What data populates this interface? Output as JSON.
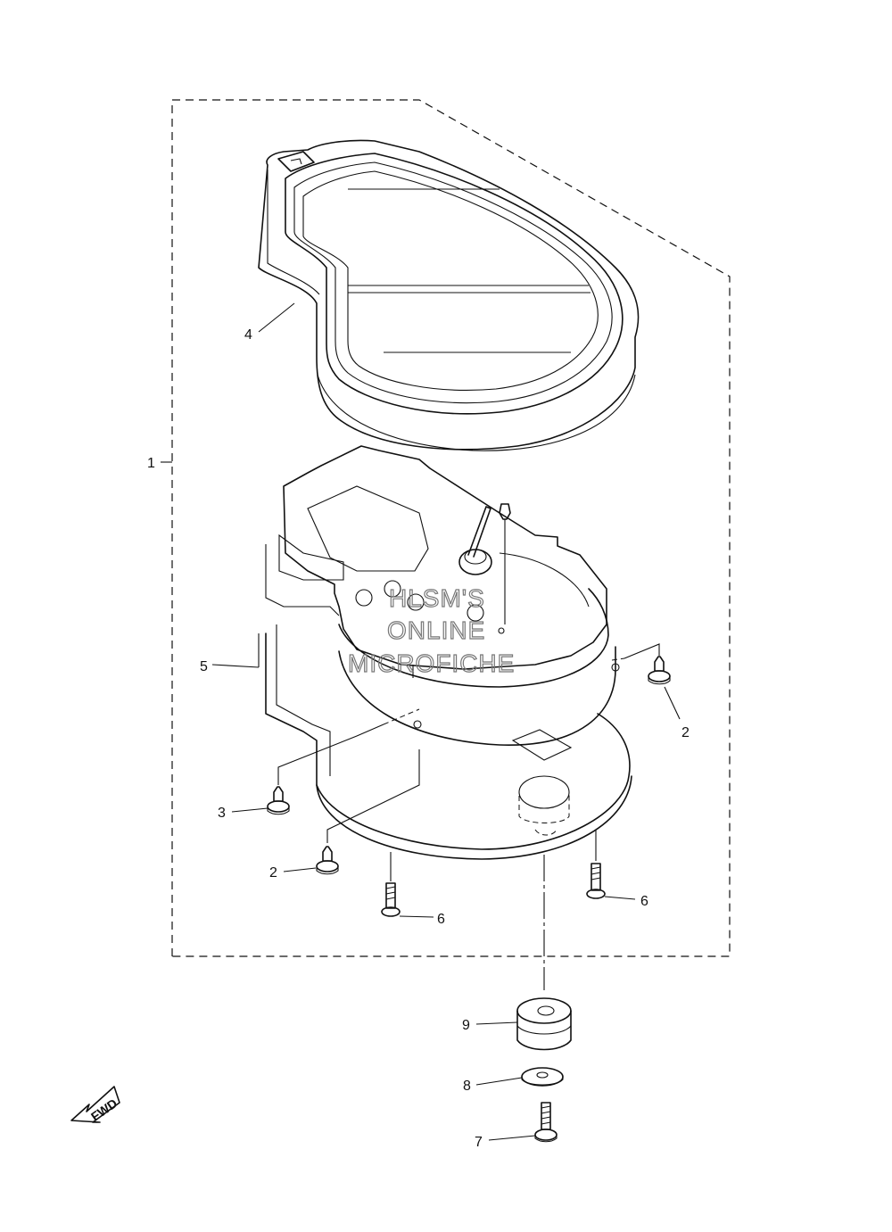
{
  "diagram": {
    "callouts": [
      {
        "id": "c1",
        "label": "1"
      },
      {
        "id": "c2a",
        "label": "2"
      },
      {
        "id": "c2b",
        "label": "2"
      },
      {
        "id": "c3",
        "label": "3"
      },
      {
        "id": "c4",
        "label": "4"
      },
      {
        "id": "c5",
        "label": "5"
      },
      {
        "id": "c6a",
        "label": "6"
      },
      {
        "id": "c6b",
        "label": "6"
      },
      {
        "id": "c7",
        "label": "7"
      },
      {
        "id": "c8",
        "label": "8"
      },
      {
        "id": "c9",
        "label": "9"
      }
    ],
    "watermark": {
      "line1": "HLSM'S",
      "line2": "ONLINE",
      "line3": "MICROFICHE"
    },
    "fwd_label": "FWD"
  }
}
